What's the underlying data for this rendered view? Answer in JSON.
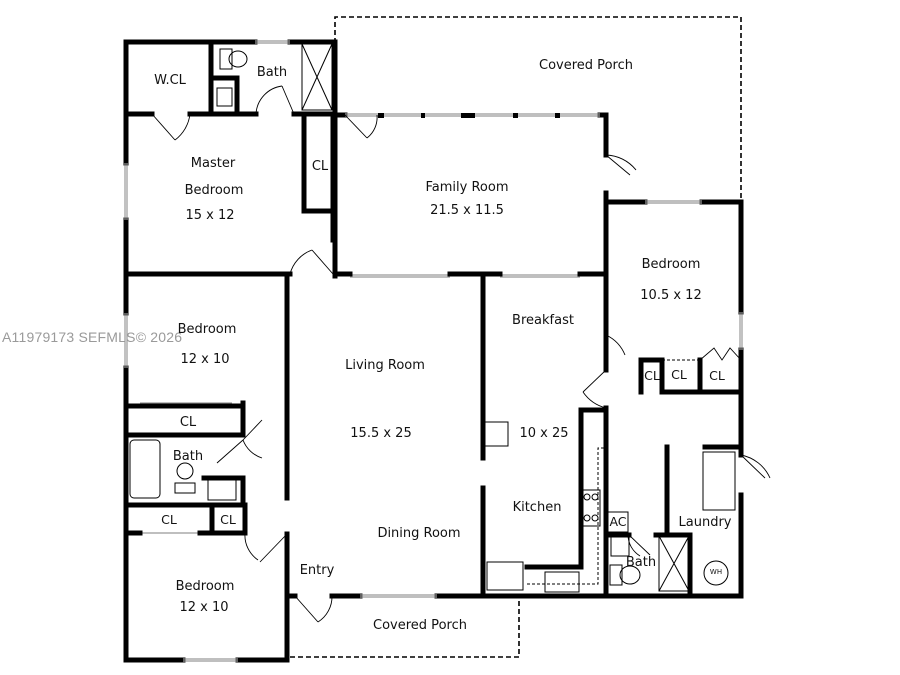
{
  "watermark": "A11979173  SEFMLS© 2026",
  "rooms": {
    "wcl": {
      "name": "W.CL"
    },
    "master_bath": {
      "name": "Bath"
    },
    "master_bedroom": {
      "name_line1": "Master",
      "name_line2": "Bedroom",
      "size": "15 x 12"
    },
    "master_cl": {
      "name": "CL"
    },
    "covered_porch_top": {
      "name": "Covered Porch"
    },
    "family_room": {
      "name": "Family Room",
      "size": "21.5 x 11.5"
    },
    "bedroom_right": {
      "name": "Bedroom",
      "size": "10.5 x 12"
    },
    "bedroom_left_upper": {
      "name": "Bedroom",
      "size": "12 x 10"
    },
    "living_room": {
      "name": "Living Room",
      "size": "15.5 x 25"
    },
    "breakfast": {
      "name": "Breakfast"
    },
    "kitchen": {
      "name": "Kitchen",
      "size": "10 x 25"
    },
    "right_cl_1": {
      "name": "CL"
    },
    "right_cl_2": {
      "name": "CL"
    },
    "right_cl_3": {
      "name": "CL"
    },
    "hall_cl": {
      "name": "CL"
    },
    "hall_bath": {
      "name": "Bath"
    },
    "lower_cl_1": {
      "name": "CL"
    },
    "lower_cl_2": {
      "name": "CL"
    },
    "dining_room": {
      "name": "Dining Room"
    },
    "entry": {
      "name": "Entry"
    },
    "bedroom_left_lower": {
      "name": "Bedroom",
      "size": "12 x 10"
    },
    "covered_porch_bottom": {
      "name": "Covered Porch"
    },
    "ac": {
      "name": "AC"
    },
    "laundry": {
      "name": "Laundry"
    },
    "laundry_bath": {
      "name": "Bath"
    },
    "water_heater": {
      "name": "WH"
    }
  },
  "colors": {
    "wall": "#000000",
    "window": "#bdbdbd",
    "watermark": "#9a9a9a"
  }
}
